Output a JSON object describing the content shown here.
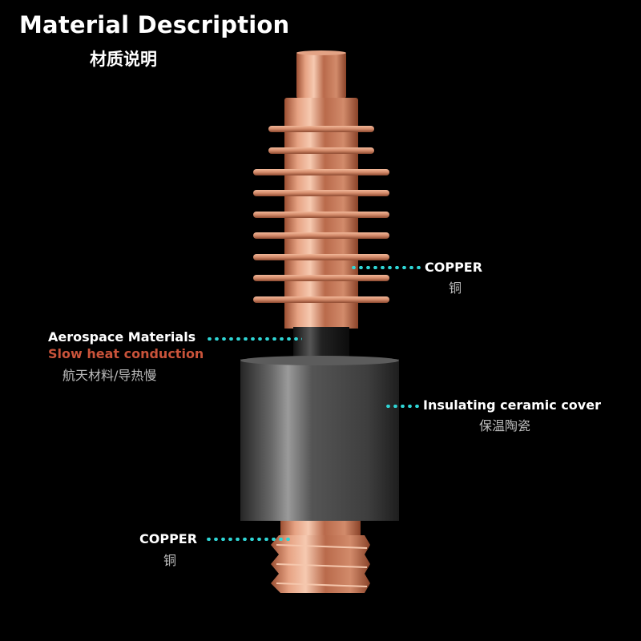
{
  "header": {
    "title": "Material Description",
    "subtitle": "材质说明"
  },
  "callouts": [
    {
      "label": "COPPER",
      "label_cn": "铜",
      "target": "heatsink-fins"
    },
    {
      "label": "Aerospace Materials",
      "sublabel": "Slow heat conduction",
      "label_cn": "航天材料/导热慢",
      "target": "heat-break"
    },
    {
      "label": "Insulating ceramic cover",
      "label_cn": "保温陶瓷",
      "target": "ceramic-cover"
    },
    {
      "label": "COPPER",
      "label_cn": "铜",
      "target": "threaded-nozzle-end"
    }
  ],
  "colors": {
    "background": "#000000",
    "leader_dots": "#2fd5d5",
    "highlight_text": "#c9533a",
    "copper": "#d88e6c",
    "ceramic": "#4a4a4a"
  }
}
